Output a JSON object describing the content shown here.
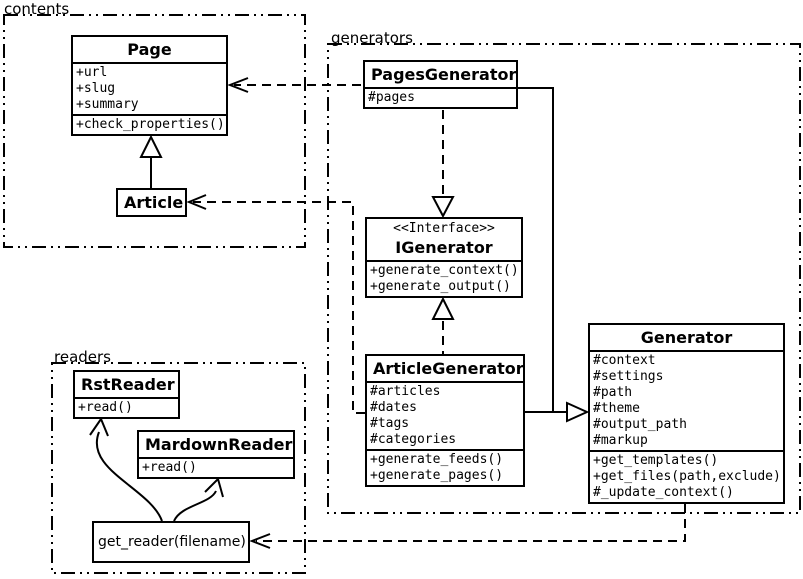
{
  "packages": {
    "contents": {
      "label": "contents"
    },
    "generators": {
      "label": "generators"
    },
    "readers": {
      "label": "readers"
    }
  },
  "classes": {
    "page": {
      "name": "Page",
      "attributes": [
        "+url",
        "+slug",
        "+summary"
      ],
      "methods": [
        "+check_properties()"
      ]
    },
    "article": {
      "name": "Article"
    },
    "pages_generator": {
      "name": "PagesGenerator",
      "attributes": [
        "#pages"
      ]
    },
    "igenerator": {
      "stereotype": "<<Interface>>",
      "name": "IGenerator",
      "methods": [
        "+generate_context()",
        "+generate_output()"
      ]
    },
    "article_generator": {
      "name": "ArticleGenerator",
      "attributes": [
        "#articles",
        "#dates",
        "#tags",
        "#categories"
      ],
      "methods": [
        "+generate_feeds()",
        "+generate_pages()"
      ]
    },
    "generator": {
      "name": "Generator",
      "attributes": [
        "#context",
        "#settings",
        "#path",
        "#theme",
        "#output_path",
        "#markup"
      ],
      "methods": [
        "+get_templates()",
        "+get_files(path,exclude)",
        "#_update_context()"
      ]
    },
    "rst_reader": {
      "name": "RstReader",
      "methods": [
        "+read()"
      ]
    },
    "markdown_reader": {
      "name": "MardownReader",
      "methods": [
        "+read()"
      ]
    },
    "get_reader": {
      "label": "get_reader(filename)"
    }
  },
  "relationships": [
    {
      "from": "Article",
      "to": "Page",
      "type": "generalization"
    },
    {
      "from": "PagesGenerator",
      "to": "IGenerator",
      "type": "realization"
    },
    {
      "from": "ArticleGenerator",
      "to": "IGenerator",
      "type": "realization"
    },
    {
      "from": "PagesGenerator",
      "to": "Generator",
      "type": "generalization"
    },
    {
      "from": "ArticleGenerator",
      "to": "Generator",
      "type": "generalization"
    },
    {
      "from": "PagesGenerator",
      "to": "Page",
      "type": "dependency"
    },
    {
      "from": "ArticleGenerator",
      "to": "Article",
      "type": "dependency"
    },
    {
      "from": "Generator",
      "to": "get_reader(filename)",
      "type": "dependency"
    },
    {
      "from": "get_reader(filename)",
      "to": "RstReader",
      "type": "arrow"
    },
    {
      "from": "get_reader(filename)",
      "to": "MardownReader",
      "type": "arrow"
    }
  ],
  "colors": {
    "stroke": "#000000",
    "background": "#ffffff"
  }
}
